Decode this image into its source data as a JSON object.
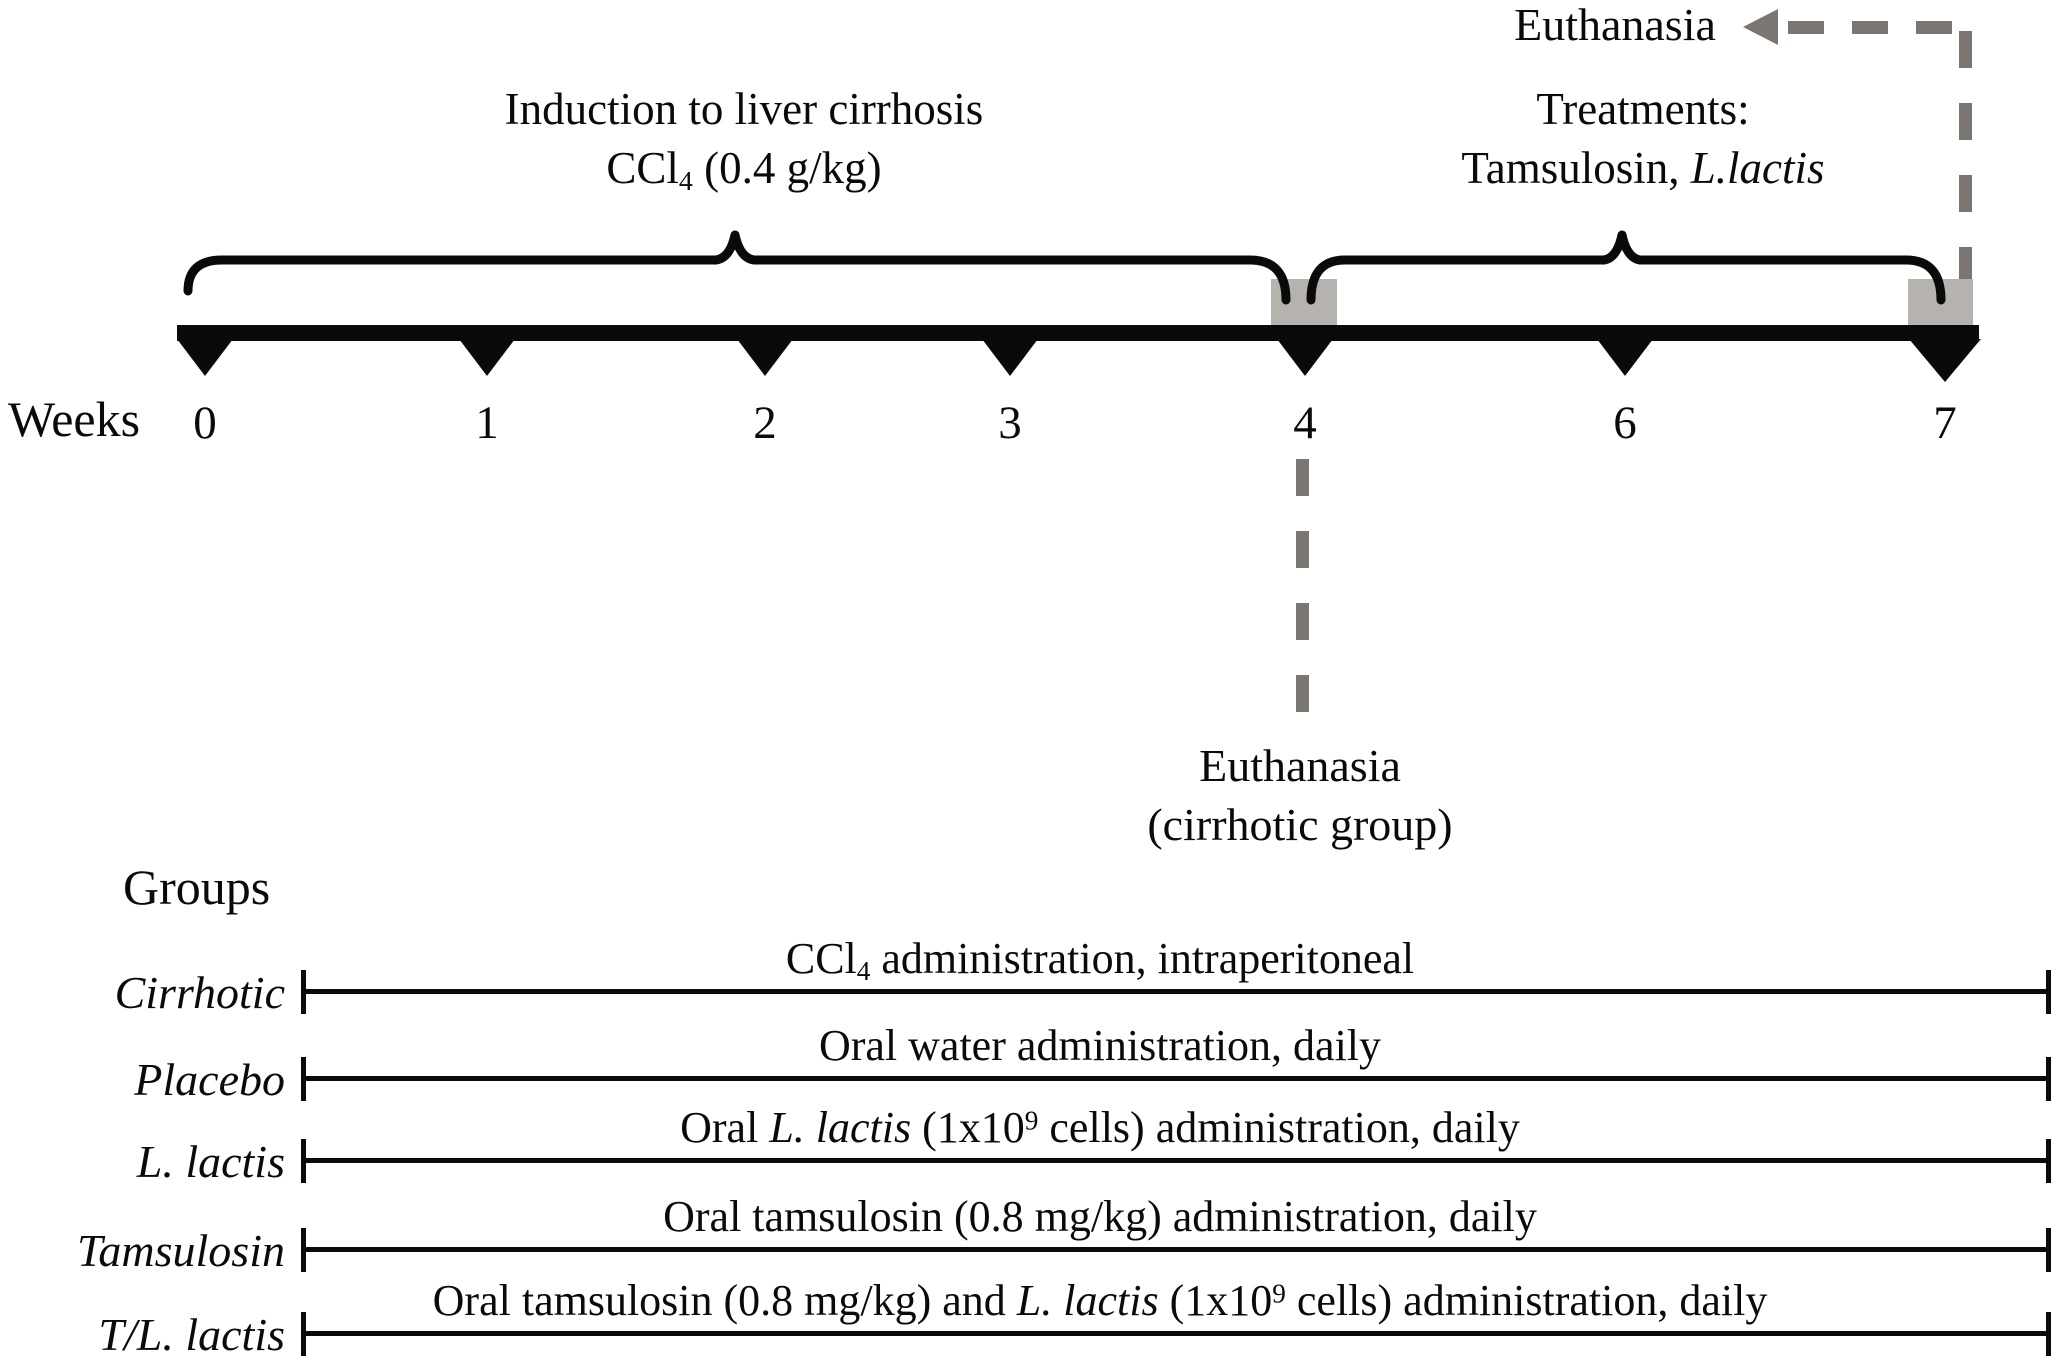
{
  "colors": {
    "ink": "#0a0a0a",
    "gray_box": "#b6b3af",
    "dash_gray": "#7b7672",
    "background": "#ffffff"
  },
  "top": {
    "euthanasia_label": "Euthanasia",
    "induction_line1": "Induction to liver cirrhosis",
    "induction_ccl4": {
      "pre": "CCl",
      "sub": "4",
      "post": " (0.4 g/kg)"
    },
    "treatments_line1": "Treatments:",
    "treatments_line2": {
      "pre": "Tamsulosin, ",
      "italic": "L.lactis"
    }
  },
  "timeline": {
    "axis_label": "Weeks",
    "weeks": [
      "0",
      "1",
      "2",
      "3",
      "4",
      "6",
      "7"
    ],
    "week4_euthanasia_line1": "Euthanasia",
    "week4_euthanasia_line2": "(cirrhotic group)"
  },
  "groups": {
    "heading": "Groups",
    "rows": [
      {
        "label": "Cirrhotic",
        "parts": {
          "pre": "CCl",
          "sub": "4",
          "post": " administration, intraperitoneal"
        }
      },
      {
        "label": "Placebo",
        "parts": {
          "pre": "Oral water administration, daily"
        }
      },
      {
        "label": "L. lactis",
        "parts": {
          "pre": "Oral ",
          "italic": "L. lactis",
          "mid": " (1x10",
          "sup": "9",
          "post": " cells) administration, daily"
        }
      },
      {
        "label": "Tamsulosin",
        "parts": {
          "pre": "Oral tamsulosin (0.8 mg/kg) administration, daily"
        }
      },
      {
        "label": "T/L. lactis",
        "parts": {
          "pre": "Oral tamsulosin (0.8 mg/kg) and ",
          "italic": "L. lactis",
          "mid": " (1x10",
          "sup": "9",
          "post": " cells) administration, daily"
        }
      }
    ]
  }
}
